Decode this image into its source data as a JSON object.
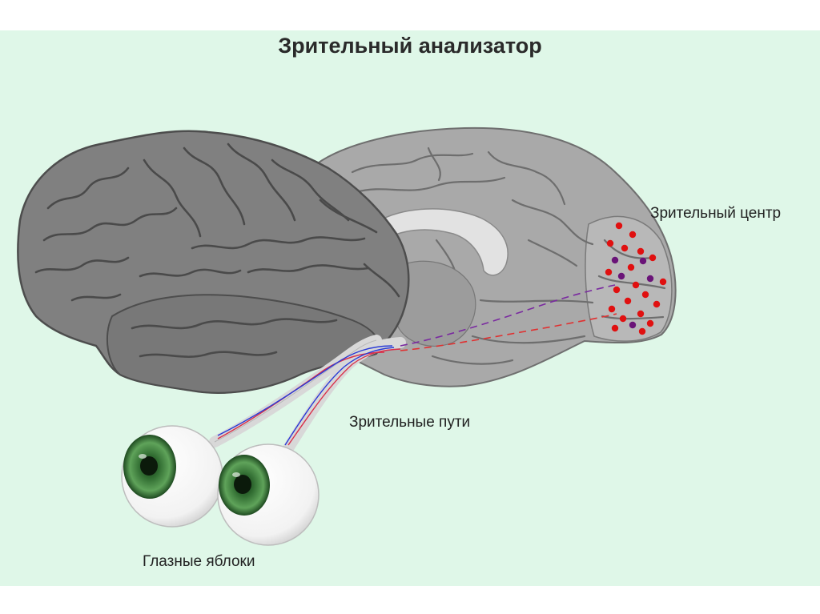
{
  "title": "Зрительный анализатор",
  "labels": {
    "visual_center": "Зрительный центр",
    "visual_pathways": "Зрительные пути",
    "eyeballs": "Глазные яблоки"
  },
  "colors": {
    "background": "#dff7e8",
    "brain_outer": "#8e8e8e",
    "brain_inner": "#b3b3b3",
    "corpus_callosum": "#dcdcdc",
    "eye_iris": "#3f7d3f",
    "center_dot_red": "#e01010",
    "center_dot_purple": "#6a1478",
    "nerve_red": "#d9304a",
    "nerve_blue": "#2a3bd6"
  }
}
